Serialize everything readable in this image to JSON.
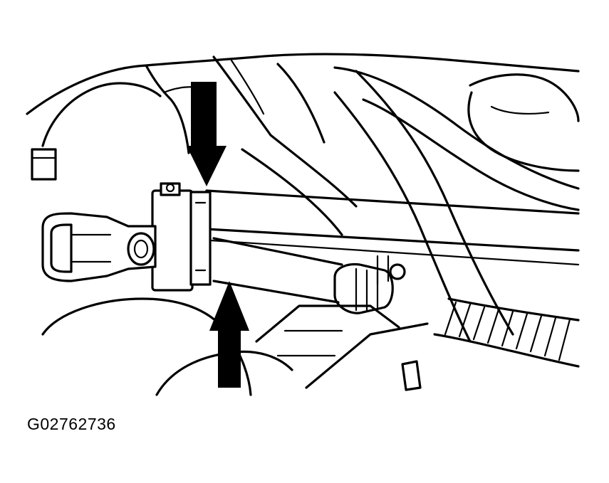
{
  "figure": {
    "id_label": "G02762736",
    "line_color": "#000000",
    "background_color": "#ffffff",
    "callouts": [
      "arrow-down",
      "arrow-up"
    ]
  }
}
